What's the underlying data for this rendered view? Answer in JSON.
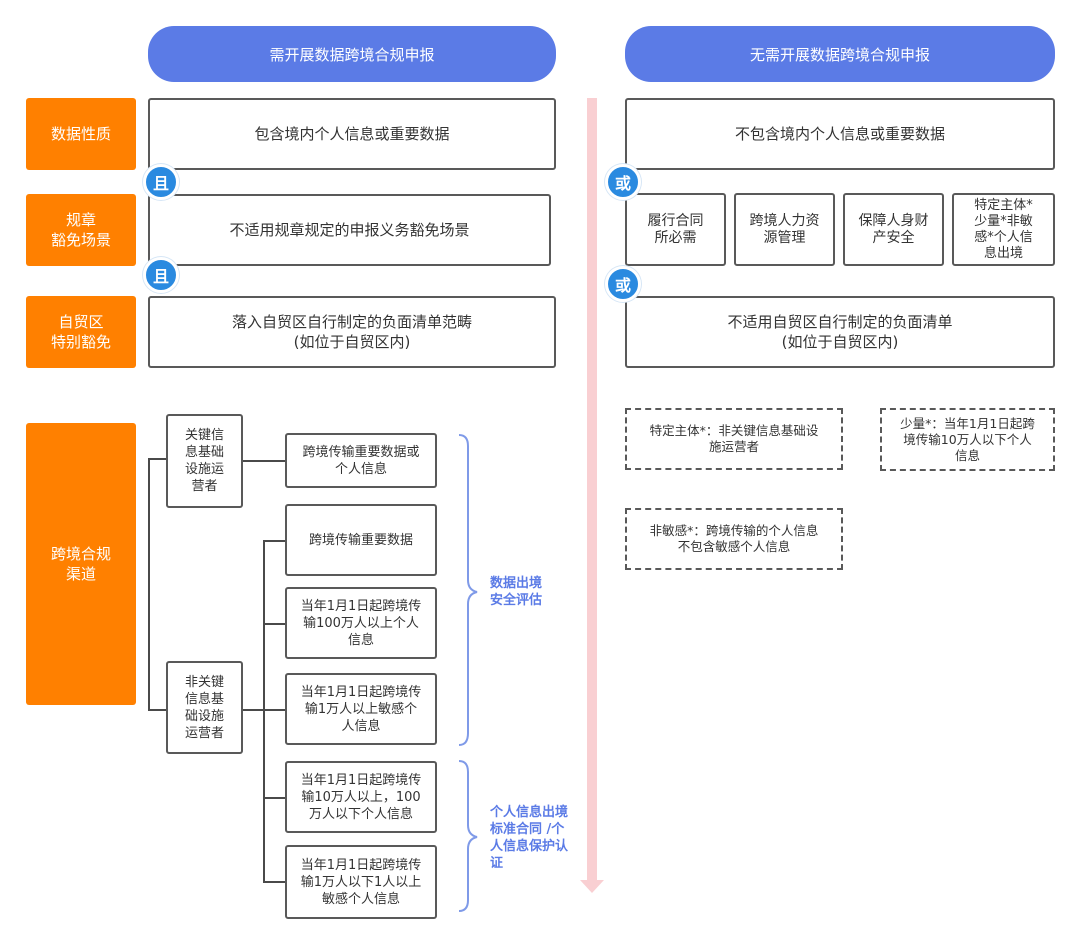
{
  "headers": {
    "left": "需开展数据跨境合规申报",
    "right": "无需开展数据跨境合规申报"
  },
  "categories": {
    "data_nature": "数据性质",
    "exemption_scene": "规章\n豁免场景",
    "ftz_exemption": "自贸区\n特别豁免",
    "channel": "跨境合规\n渠道"
  },
  "left_column": {
    "box1": "包含境内个人信息或重要数据",
    "box2": "不适用规章规定的申报义务豁免场景",
    "box3": "落入自贸区自行制定的负面清单范畴\n(如位于自贸区内)",
    "and1": "且",
    "and2": "且"
  },
  "right_column": {
    "box1": "不包含境内个人信息或重要数据",
    "or1": "或",
    "or2": "或",
    "small": [
      "履行合同\n所必需",
      "跨境人力资\n源管理",
      "保障人身财\n产安全",
      "特定主体*\n少量*非敏\n感*个人信\n息出境"
    ],
    "box3": "不适用自贸区自行制定的负面清单\n(如位于自贸区内)"
  },
  "notes": {
    "specific": "特定主体*：非关键信息基础设\n施运营者",
    "small_amount": "少量*：当年1月1日起跨\n境传输10万人以下个人\n信息",
    "non_sensitive": "非敏感*：跨境传输的个人信息\n不包含敏感个人信息"
  },
  "tree": {
    "cii": "关键信\n息基础\n设施运\n营者",
    "non_cii": "非关键\n信息基\n础设施\n运营者",
    "cii_leaf": "跨境传输重要数据或\n个人信息",
    "leaves": [
      "跨境传输重要数据",
      "当年1月1日起跨境传\n输100万人以上个人\n信息",
      "当年1月1日起跨境传\n输1万人以上敏感个\n人信息",
      "当年1月1日起跨境传\n输10万人以上，100\n万人以下个人信息",
      "当年1月1日起跨境传\n输1万人以下1人以上\n敏感个人信息"
    ],
    "assessment": "数据出境\n安全评估",
    "contract": "个人信息出境\n标准合同 /个\n人信息保护认\n证"
  },
  "colors": {
    "header_blue": "#5b7be6",
    "category_orange": "#ff8000",
    "connector_blue": "#2a8ae0",
    "divider_pink": "#f9cfd2"
  }
}
